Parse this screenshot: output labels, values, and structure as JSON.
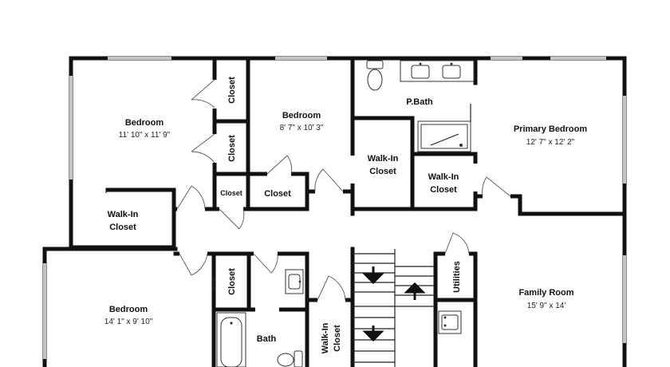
{
  "rooms": {
    "bedroom_nw": {
      "name": "Bedroom",
      "dims": "11' 10\" x 11' 9\""
    },
    "bedroom_n": {
      "name": "Bedroom",
      "dims": "8' 7\" x 10' 3\""
    },
    "primary_bedroom": {
      "name": "Primary Bedroom",
      "dims": "12' 7\" x 12' 2\""
    },
    "pbath": {
      "name": "P.Bath"
    },
    "bedroom_sw": {
      "name": "Bedroom",
      "dims": "14' 1\" x 9' 10\""
    },
    "family_room": {
      "name": "Family Room",
      "dims": "15' 9\" x 14'"
    },
    "bath": {
      "name": "Bath"
    },
    "utilities": {
      "name": "Utilities"
    },
    "closet_a": {
      "name": "Closet"
    },
    "closet_b": {
      "name": "Closet"
    },
    "closet_c": {
      "name": "Closet"
    },
    "closet_d": {
      "name": "Closet"
    },
    "closet_e": {
      "name": "Closet"
    },
    "walkin_w": {
      "line1": "Walk-In",
      "line2": "Closet"
    },
    "walkin_c": {
      "line1": "Walk-In",
      "line2": "Closet"
    },
    "walkin_e": {
      "line1": "Walk-In",
      "line2": "Closet"
    },
    "walkin_s": {
      "line1": "Walk-In",
      "line2": "Closet"
    }
  },
  "icons": {
    "stairs_down": "arrow-down-icon",
    "stairs_up": "arrow-up-icon",
    "toilet": "toilet-icon",
    "sink": "sink-icon",
    "bathtub": "bathtub-icon",
    "shower": "shower-icon"
  },
  "colors": {
    "wall": "#111111",
    "background": "#ffffff"
  }
}
